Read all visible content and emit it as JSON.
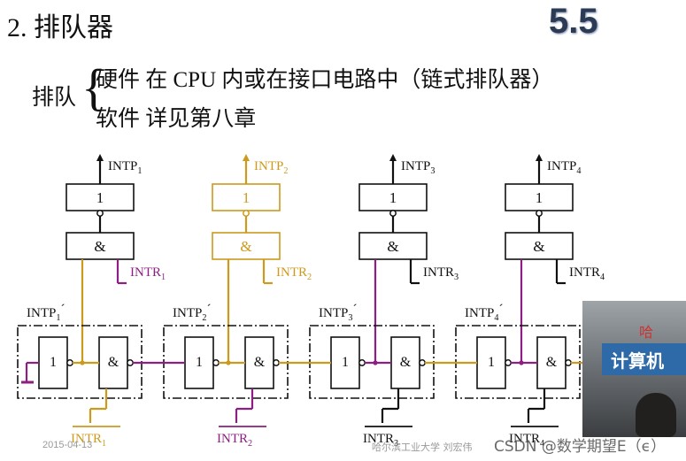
{
  "header": {
    "title": "2. 排队器",
    "section": "5.5"
  },
  "classification": {
    "label": "排队",
    "brace": "{",
    "hardware": "硬件  在 CPU 内或在接口电路中（链式排队器）",
    "software": "软件  详见第八章"
  },
  "colors": {
    "purple": "#8c1f82",
    "gold": "#cc9a1c",
    "black": "#111111"
  },
  "diagram": {
    "gate_or": "1",
    "gate_and": "&",
    "top_outputs": [
      {
        "base": "INTP",
        "sub": "1",
        "color": "#111111"
      },
      {
        "base": "INTP",
        "sub": "2",
        "color": "#cc9a1c"
      },
      {
        "base": "INTP",
        "sub": "3",
        "color": "#111111"
      },
      {
        "base": "INTP",
        "sub": "4",
        "color": "#111111"
      }
    ],
    "intr_inputs": [
      {
        "base": "INTR",
        "sub": "1",
        "color": "#8c1f82"
      },
      {
        "base": "INTR",
        "sub": "2",
        "color": "#cc9a1c"
      },
      {
        "base": "INTR",
        "sub": "3",
        "color": "#111111"
      },
      {
        "base": "INTR",
        "sub": "4",
        "color": "#111111"
      }
    ],
    "chain_labels": [
      {
        "base": "INTP",
        "sub": "1",
        "suffix": "´"
      },
      {
        "base": "INTP",
        "sub": "2",
        "suffix": "´"
      },
      {
        "base": "INTP",
        "sub": "3",
        "suffix": "´"
      },
      {
        "base": "INTP",
        "sub": "4",
        "suffix": "´"
      }
    ],
    "bottom_inputs": [
      {
        "base": "INTR",
        "sub": "1",
        "color": "#cc9a1c"
      },
      {
        "base": "INTR",
        "sub": "2",
        "color": "#8c1f82"
      },
      {
        "base": "INTR",
        "sub": "3",
        "color": "#111111"
      },
      {
        "base": "INTR",
        "sub": "4",
        "color": "#111111"
      }
    ]
  },
  "footer": {
    "date": "2015-04-13",
    "institution": "哈尔滨工业大学  刘宏伟",
    "watermark": "CSDN @数学期望E（ϵ）"
  },
  "video": {
    "banner_text": "计算机",
    "top_text": "哈"
  }
}
